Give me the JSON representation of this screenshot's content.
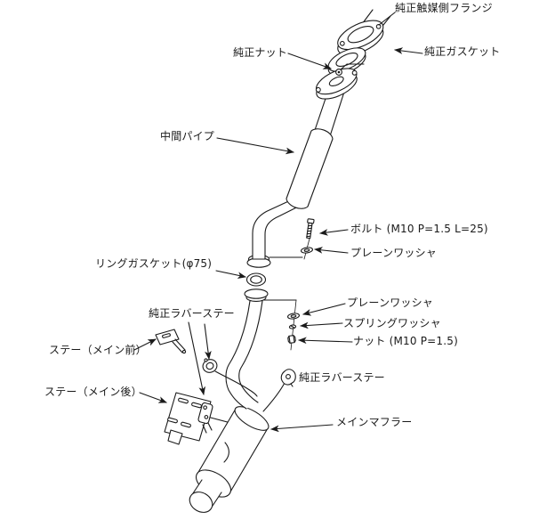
{
  "colors": {
    "background": "#ffffff",
    "line": "#1a1a1a",
    "text": "#1a1a1a"
  },
  "labels": {
    "catalyst_flange": "純正触媒側フランジ",
    "oem_nut": "純正ナット",
    "oem_gasket": "純正ガスケット",
    "center_pipe": "中間パイプ",
    "bolt": "ボルト (M10 P=1.5 L=25)",
    "plain_washer_upper": "プレーンワッシャ",
    "ring_gasket": "リングガスケット(φ75)",
    "plain_washer_lower": "プレーンワッシャ",
    "spring_washer": "スプリングワッシャ",
    "nut": "ナット (M10 P=1.5)",
    "oem_rubber_stay_left": "純正ラバーステー",
    "stay_main_front": "ステー（メイン前）",
    "stay_main_rear": "ステー（メイン後）",
    "oem_rubber_stay_right": "純正ラバーステー",
    "main_muffler": "メインマフラー"
  }
}
